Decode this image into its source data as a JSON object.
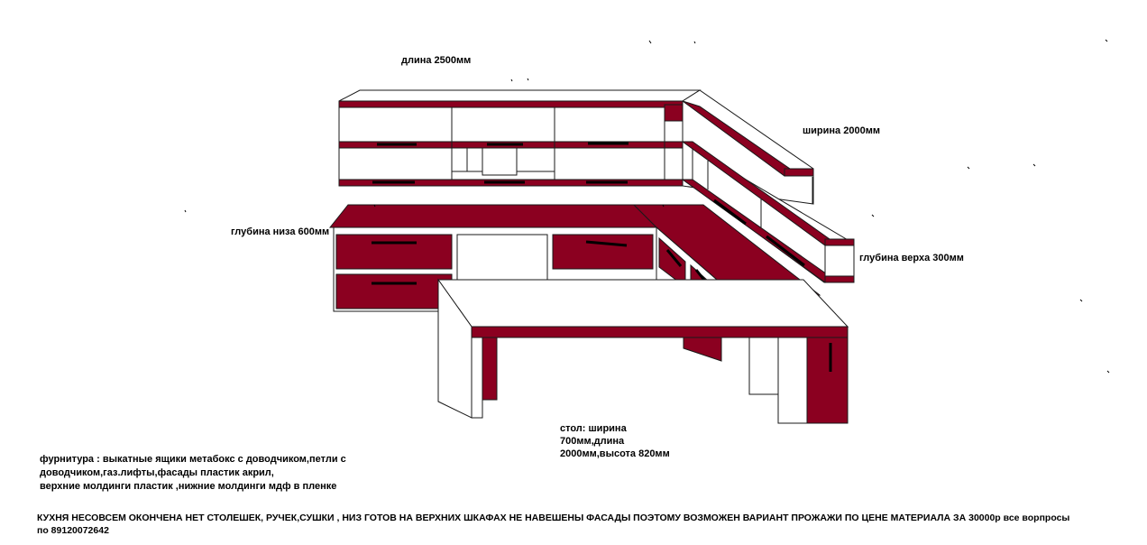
{
  "colors": {
    "accent": "#8b0020",
    "line": "#1a1a1a",
    "background": "#ffffff"
  },
  "labels": {
    "length": "длина 2500мм",
    "width": "ширина 2000мм",
    "depth_bottom": "глубина низа 600мм",
    "depth_top": "глубина верха 300мм",
    "table_lines": [
      "стол: ширина",
      "700мм,длина",
      "2000мм,высота 820мм"
    ],
    "fittings_lines": [
      "фурнитура : выкатные ящики метабокс с доводчиком,петли с",
      "доводчиком,газ.лифты,фасады пластик акрил,",
      "верхние молдинги пластик ,нижние молдинги мдф в пленке"
    ],
    "notice_lines": [
      "КУХНЯ НЕСОВСЕМ ОКОНЧЕНА НЕТ СТОЛЕШЕК, РУЧЕК,СУШКИ , НИЗ ГОТОВ НА ВЕРХНИХ ШКАФАХ НЕ НАВЕШЕНЫ ФАСАДЫ ПОЭТОМУ ВОЗМОЖЕН ВАРИАНТ ПРОЖАЖИ ПО ЦЕНЕ МАТЕРИАЛА ЗА 30000р все ворпросы",
      "по 89120072642"
    ]
  }
}
